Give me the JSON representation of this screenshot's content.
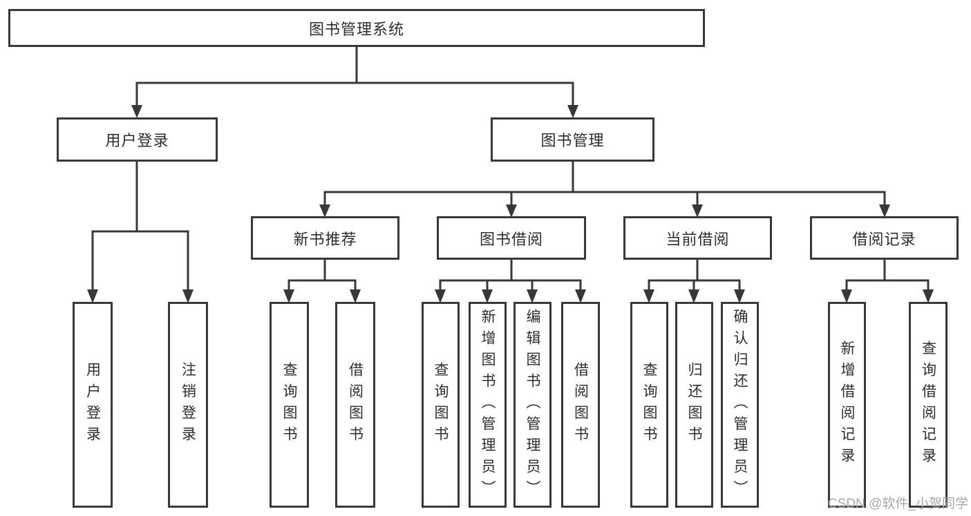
{
  "diagram_title": "图书管理系统",
  "colors": {
    "line": "#383838",
    "box_border": "#383838",
    "box_background": "#ffffff",
    "text": "#2d2d2d",
    "watermark_text": "#a8a8a8",
    "page_background": "#ffffff"
  },
  "nodes": {
    "root": "图书管理系统",
    "user_login": "用户登录",
    "book_management": "图书管理",
    "new_book_recommend": "新书推荐",
    "book_borrowing": "图书借阅",
    "current_borrowing": "当前借阅",
    "borrowing_records": "借阅记录",
    "leaf_user_login": "用户登录",
    "leaf_logout": "注销登录",
    "leaf_recommend_query_books": "查询图书",
    "leaf_recommend_borrow_books": "借阅图书",
    "leaf_borrowing_query_books": "查询图书",
    "leaf_borrowing_add_books": "新增图书（管理员）",
    "leaf_borrowing_edit_books": "编辑图书（管理员）",
    "leaf_borrowing_borrow_books": "借阅图书",
    "leaf_current_query_books": "查询图书",
    "leaf_current_return_books": "归还图书",
    "leaf_current_confirm_return": "确认归还（管理员）",
    "leaf_records_add_record": "新增借阅记录",
    "leaf_records_query_record": "查询借阅记录"
  },
  "watermark": "CSDN @软件_小贺同学"
}
